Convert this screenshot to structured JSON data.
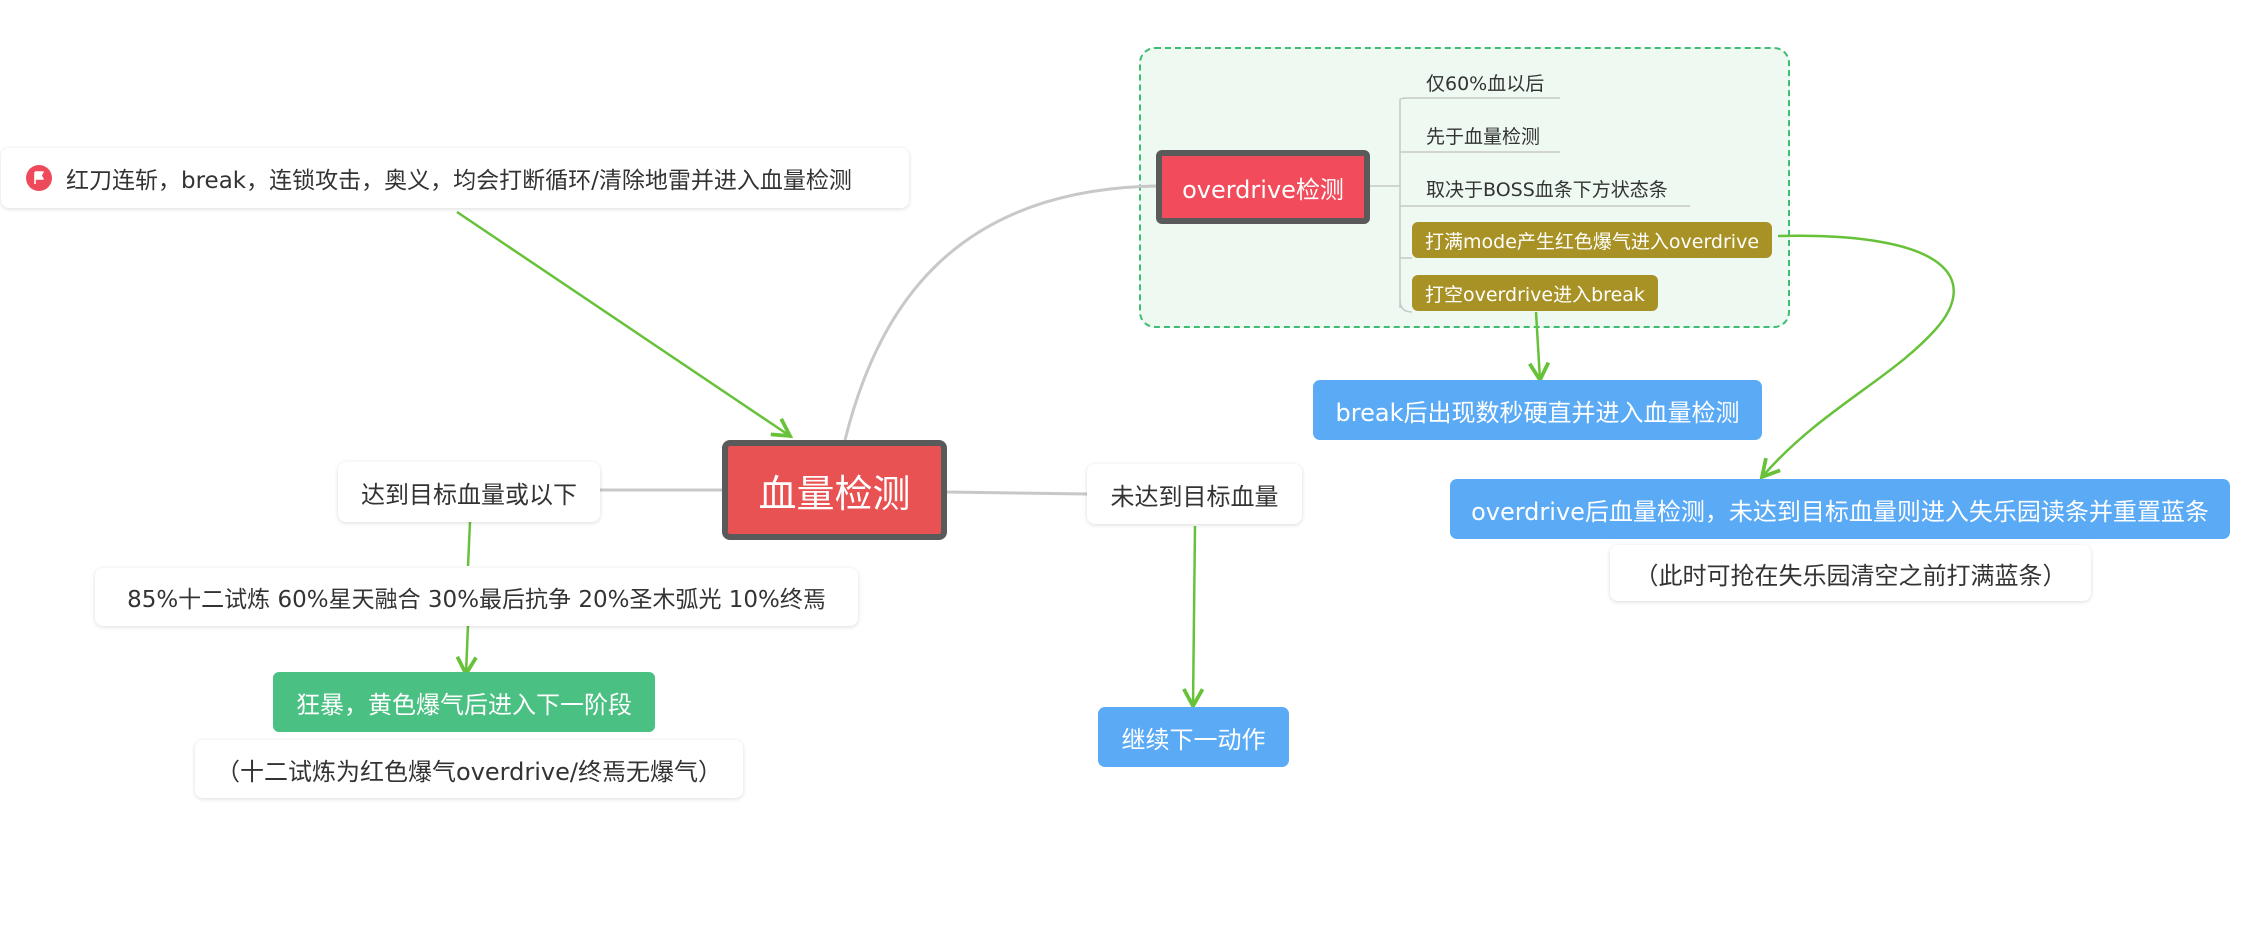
{
  "root": {
    "label": "血量检测"
  },
  "interrupt_note": {
    "icon": "flag-icon",
    "label": "红刀连斩，break，连锁攻击，奥义，均会打断循环/清除地雷并进入血量检测"
  },
  "overdrive": {
    "label": "overdrive检测",
    "details": [
      "仅60%血以后",
      "先于血量检测",
      "取决于BOSS血条下方状态条",
      "打满mode产生红色爆气进入overdrive",
      "打空overdrive进入break"
    ]
  },
  "break_result": {
    "label": "break后出现数秒硬直并进入血量检测"
  },
  "overdrive_result": {
    "label": "overdrive后血量检测，未达到目标血量则进入失乐园读条并重置蓝条",
    "note": "（此时可抢在失乐园清空之前打满蓝条）"
  },
  "reached": {
    "label": "达到目标血量或以下",
    "thresholds": "85%十二试炼  60%星天融合 30%最后抗争 20%圣木弧光 10%终焉",
    "result": "狂暴，黄色爆气后进入下一阶段",
    "note": "（十二试炼为红色爆气overdrive/终焉无爆气）"
  },
  "not_reached": {
    "label": "未达到目标血量",
    "result": "继续下一动作"
  },
  "colors": {
    "root": "#e85252",
    "overdrive": "#f24b5b",
    "blue": "#5aaaf5",
    "green": "#4bc083",
    "olive": "#a89226",
    "arrow": "#67c23a",
    "connector": "#c8c8c8",
    "boundary": "#3fbd72"
  }
}
